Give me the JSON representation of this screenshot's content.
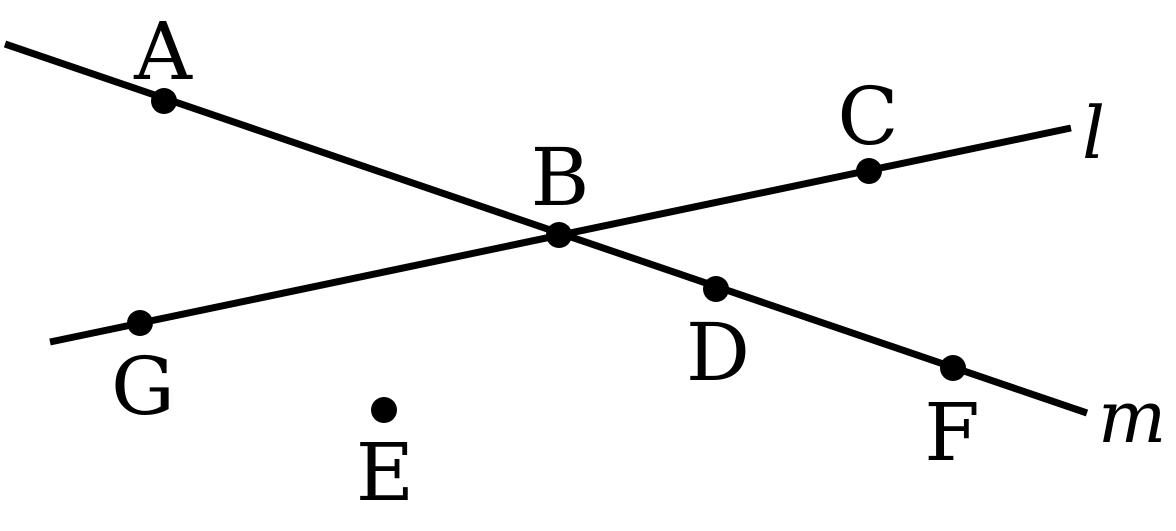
{
  "colors": {
    "ink": "#000000",
    "background": "#ffffff"
  },
  "lines": [
    {
      "id": "l",
      "label": "l"
    },
    {
      "id": "m",
      "label": "m"
    }
  ],
  "points": [
    {
      "id": "A",
      "label": "A"
    },
    {
      "id": "B",
      "label": "B"
    },
    {
      "id": "C",
      "label": "C"
    },
    {
      "id": "D",
      "label": "D"
    },
    {
      "id": "E",
      "label": "E"
    },
    {
      "id": "F",
      "label": "F"
    },
    {
      "id": "G",
      "label": "G"
    }
  ]
}
